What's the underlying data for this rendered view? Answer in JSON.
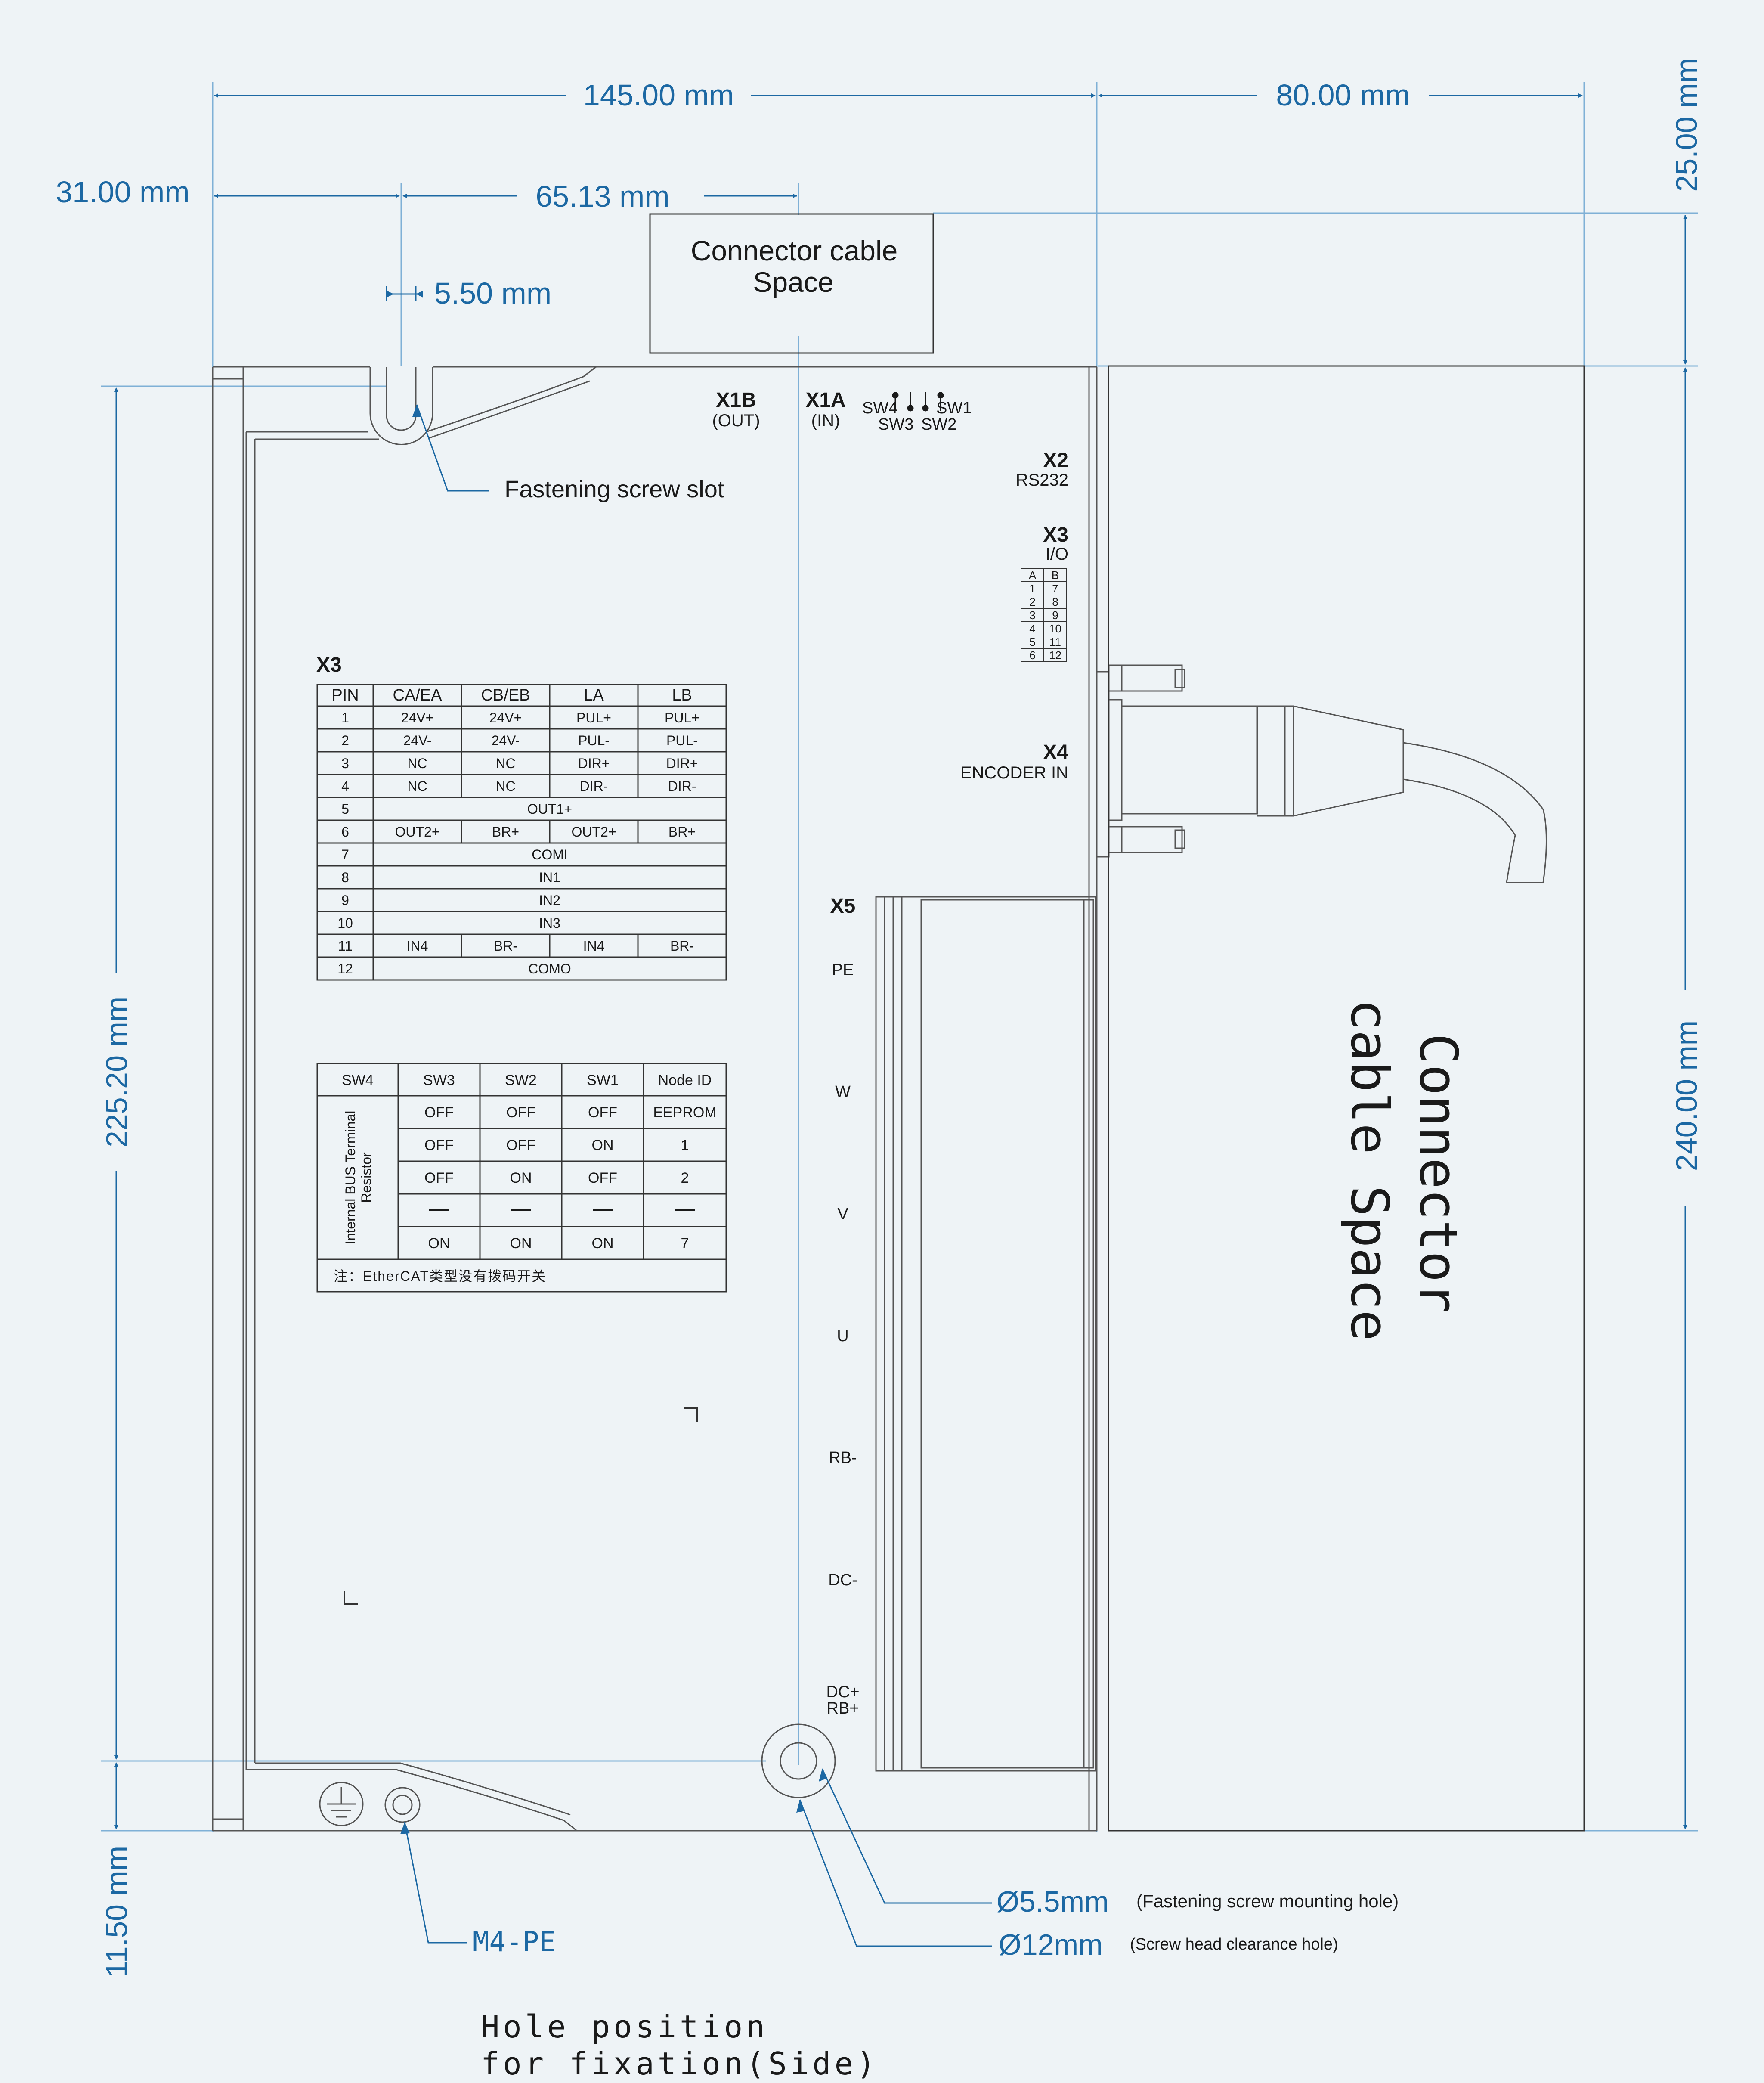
{
  "dimensions": {
    "total_width": "145.00 mm",
    "side_width": "80.00 mm",
    "top_offset": "25.00 mm",
    "left_offset": "31.00 mm",
    "connector_offset": "65.13 mm",
    "slot_width": "5.50 mm",
    "body_height": "225.20 mm",
    "total_height": "240.00 mm",
    "bottom_offset": "11.50 mm"
  },
  "callouts": {
    "cable_space_top_line1": "Connector cable",
    "cable_space_top_line2": "Space",
    "cable_space_side_line1": "Connector",
    "cable_space_side_line2": "cable Space",
    "screw_slot": "Fastening screw slot",
    "hole_5_5": "Ø5.5mm",
    "hole_5_5_note": "(Fastening screw mounting hole)",
    "hole_12": "Ø12mm",
    "hole_12_note": "(Screw head clearance hole)",
    "m4_pe": "M4-PE",
    "caption_line1": "Hole position",
    "caption_line2": "for fixation(Side)"
  },
  "connectors": {
    "x1b": "X1B",
    "x1b_sub": "(OUT)",
    "x1a": "X1A",
    "x1a_sub": "(IN)",
    "sw4": "SW4",
    "sw1": "SW1",
    "sw3": "SW3",
    "sw2": "SW2",
    "x2": "X2",
    "x2_sub": "RS232",
    "x3": "X3",
    "x3_sub": "I/O",
    "x4": "X4",
    "x4_sub": "ENCODER IN",
    "x5": "X5",
    "x5_pins": [
      "PE",
      "W",
      "V",
      "U",
      "RB-",
      "DC-",
      "DC+",
      "RB+"
    ]
  },
  "io_grid": {
    "header": [
      "A",
      "B"
    ],
    "rows": [
      [
        "1",
        "7"
      ],
      [
        "2",
        "8"
      ],
      [
        "3",
        "9"
      ],
      [
        "4",
        "10"
      ],
      [
        "5",
        "11"
      ],
      [
        "6",
        "12"
      ]
    ]
  },
  "x3_table": {
    "title": "X3",
    "headers": [
      "PIN",
      "CA/EA",
      "CB/EB",
      "LA",
      "LB"
    ],
    "rows": [
      [
        "1",
        "24V+",
        "24V+",
        "PUL+",
        "PUL+"
      ],
      [
        "2",
        "24V-",
        "24V-",
        "PUL-",
        "PUL-"
      ],
      [
        "3",
        "NC",
        "NC",
        "DIR+",
        "DIR+"
      ],
      [
        "4",
        "NC",
        "NC",
        "DIR-",
        "DIR-"
      ],
      [
        "5",
        "OUT1+"
      ],
      [
        "6",
        "OUT2+",
        "BR+",
        "OUT2+",
        "BR+"
      ],
      [
        "7",
        "COMI"
      ],
      [
        "8",
        "IN1"
      ],
      [
        "9",
        "IN2"
      ],
      [
        "10",
        "IN3"
      ],
      [
        "11",
        "IN4",
        "BR-",
        "IN4",
        "BR-"
      ],
      [
        "12",
        "COMO"
      ]
    ]
  },
  "sw_table": {
    "headers": [
      "SW4",
      "SW3",
      "SW2",
      "SW1",
      "Node ID"
    ],
    "side_label_line1": "Internal BUS Terminal",
    "side_label_line2": "Resistor",
    "rows": [
      [
        "OFF",
        "OFF",
        "OFF",
        "EEPROM"
      ],
      [
        "OFF",
        "OFF",
        "ON",
        "1"
      ],
      [
        "OFF",
        "ON",
        "OFF",
        "2"
      ],
      [
        "—",
        "—",
        "—",
        "—"
      ],
      [
        "ON",
        "ON",
        "ON",
        "7"
      ]
    ],
    "note": "注：EtherCAT类型没有拨码开关"
  }
}
